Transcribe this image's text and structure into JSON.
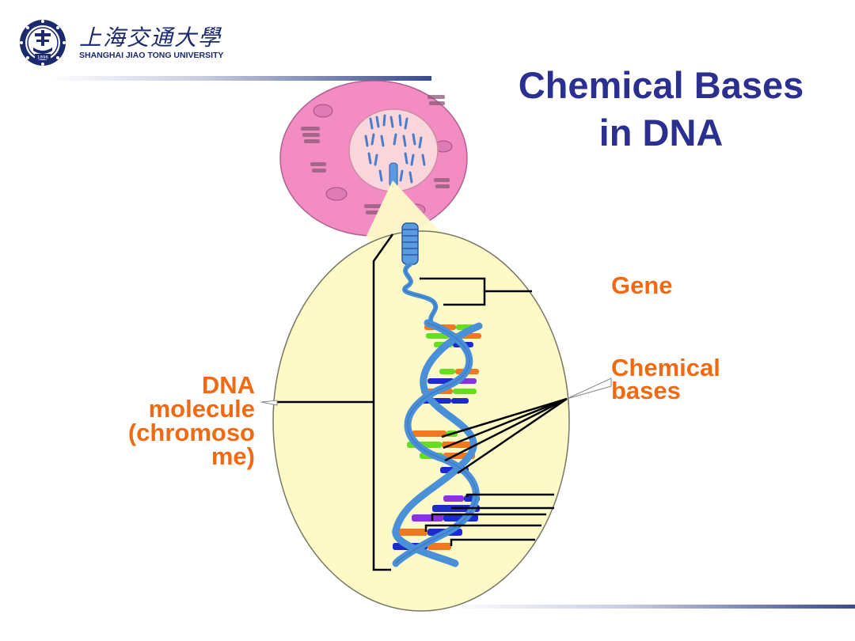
{
  "logo": {
    "name_cn": "上海交通大學",
    "name_en": "SHANGHAI  JIAO TONG  UNIVERSITY",
    "seal_year": "1896"
  },
  "slide": {
    "title_line1": "Chemical Bases",
    "title_line2": "in DNA"
  },
  "labels": {
    "gene": "Gene",
    "chemical_bases_line1": "Chemical",
    "chemical_bases_line2": "bases",
    "dna_line1": "DNA",
    "dna_line2": "molecule",
    "dna_line3": "(chromoso",
    "dna_line4": "me)"
  },
  "colors": {
    "title": "#2b2f8f",
    "label": "#f06a14",
    "cell": "#f48cc4",
    "nucleus": "#f9d6dc",
    "zoom_fill": "#fdfac8",
    "strand": "#4a90d9",
    "base_orange": "#f07820",
    "base_green": "#66dd22",
    "base_blue": "#1a2ccc",
    "base_purple": "#8833dd"
  }
}
